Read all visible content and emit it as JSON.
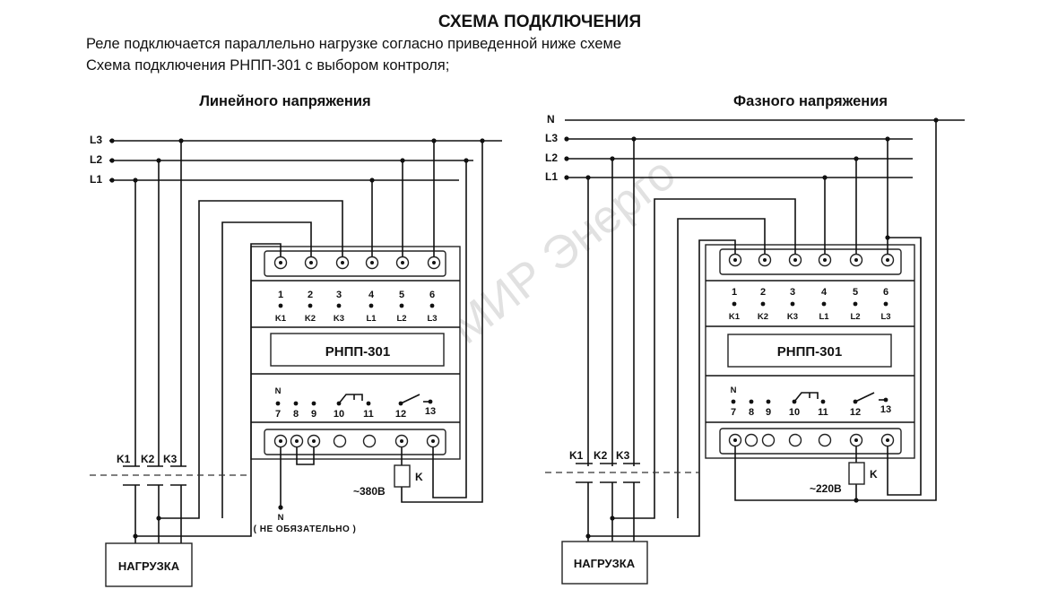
{
  "title": "СХЕМА ПОДКЛЮЧЕНИЯ",
  "intro_line1": "Реле подключается параллельно нагрузке согласно приведенной ниже схеме",
  "intro_line2": "Схема подключения РНПП-301 с выбором контроля;",
  "watermark": "ООО МИР Энерго",
  "left": {
    "heading": "Линейного напряжения",
    "bus_labels": [
      "L3",
      "L2",
      "L1"
    ],
    "device_name": "РНПП-301",
    "top_pin_numbers": [
      "1",
      "2",
      "3",
      "4",
      "5",
      "6"
    ],
    "top_pin_names": [
      "K1",
      "K2",
      "K3",
      "L1",
      "L2",
      "L3"
    ],
    "bottom_pin_numbers": [
      "7",
      "8",
      "9",
      "10",
      "11",
      "12",
      "13"
    ],
    "neutral_mark": "N",
    "contactor_labels": [
      "K1",
      "K2",
      "K3"
    ],
    "coil_label": "K",
    "voltage": "~380В",
    "neutral_label": "N",
    "optional_note": "( НЕ ОБЯЗАТЕЛЬНО )",
    "load_label": "НАГРУЗКА"
  },
  "right": {
    "heading": "Фазного напряжения",
    "bus_labels": [
      "N",
      "L3",
      "L2",
      "L1"
    ],
    "device_name": "РНПП-301",
    "top_pin_numbers": [
      "1",
      "2",
      "3",
      "4",
      "5",
      "6"
    ],
    "top_pin_names": [
      "K1",
      "K2",
      "K3",
      "L1",
      "L2",
      "L3"
    ],
    "bottom_pin_numbers": [
      "7",
      "8",
      "9",
      "10",
      "11",
      "12",
      "13"
    ],
    "neutral_mark": "N",
    "contactor_labels": [
      "K1",
      "K2",
      "K3"
    ],
    "coil_label": "K",
    "voltage": "~220В",
    "load_label": "НАГРУЗКА"
  }
}
